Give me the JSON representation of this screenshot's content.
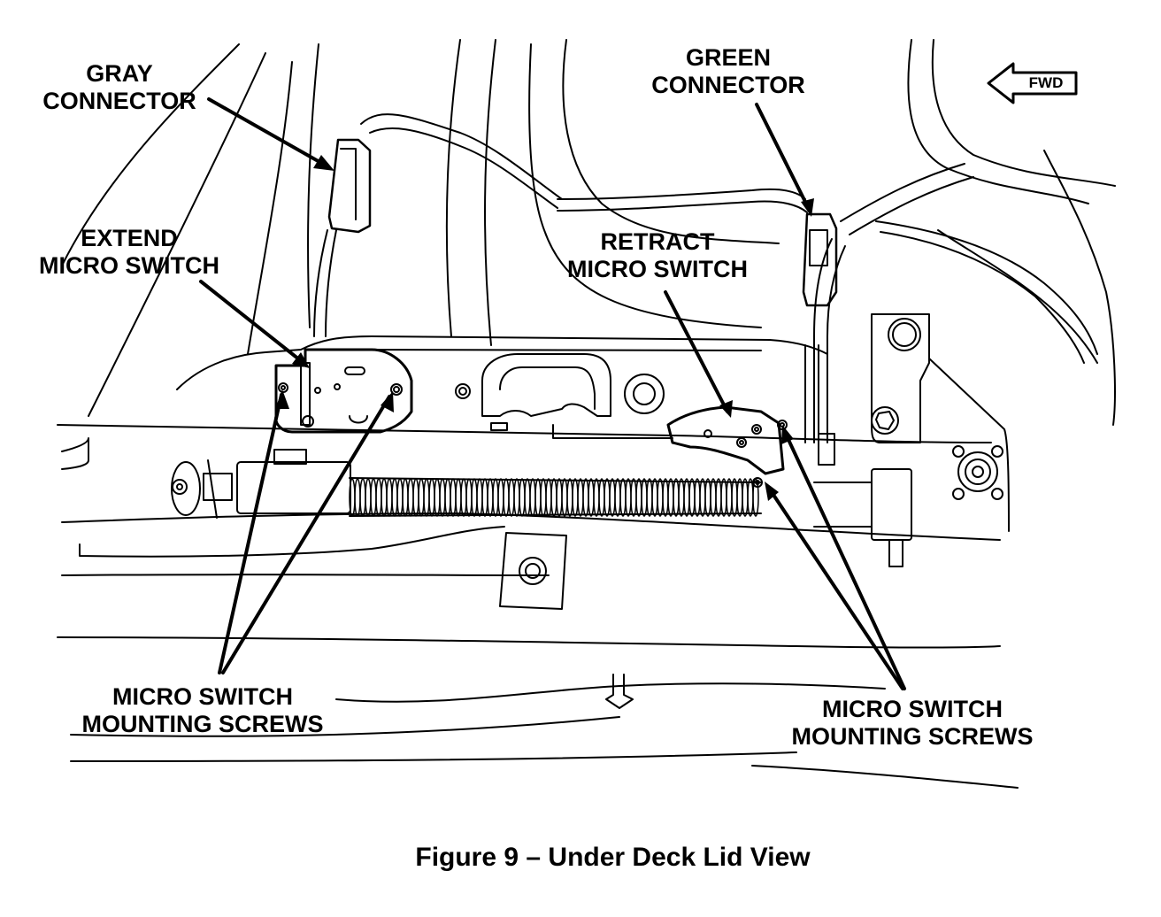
{
  "figure": {
    "caption": "Figure 9 – Under Deck Lid View",
    "orientation_indicator": {
      "label": "FWD",
      "icon": "left-arrow-icon"
    }
  },
  "callouts": {
    "gray_connector": {
      "line1": "GRAY",
      "line2": "CONNECTOR"
    },
    "green_connector": {
      "line1": "GREEN",
      "line2": "CONNECTOR"
    },
    "extend_switch": {
      "line1": "EXTEND",
      "line2": "MICRO SWITCH"
    },
    "retract_switch": {
      "line1": "RETRACT",
      "line2": "MICRO SWITCH"
    },
    "screws_left": {
      "line1": "MICRO SWITCH",
      "line2": "MOUNTING SCREWS"
    },
    "screws_right": {
      "line1": "MICRO SWITCH",
      "line2": "MOUNTING SCREWS"
    }
  },
  "colors": {
    "ink": "#000000",
    "paper": "#ffffff"
  }
}
